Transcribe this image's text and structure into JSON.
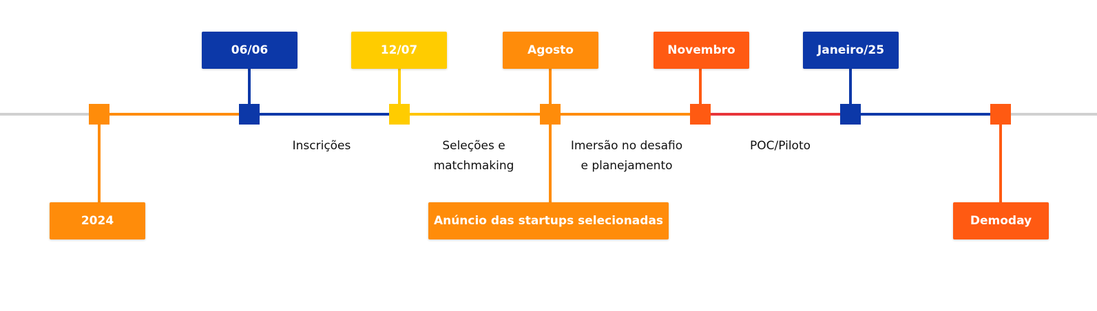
{
  "colors": {
    "axis": "#d0d0d0",
    "orange": "#ff8c0a",
    "blue": "#0c38a8",
    "yellow": "#ffcc00",
    "red_orange": "#ff5a12",
    "red": "#e8343a"
  },
  "timeline": {
    "milestones": [
      {
        "id": "2024",
        "label": "2024",
        "color": "#ff8c0a",
        "position": "below"
      },
      {
        "id": "0606",
        "label": "06/06",
        "color": "#0c38a8",
        "position": "above"
      },
      {
        "id": "1207",
        "label": "12/07",
        "color": "#ffcc00",
        "position": "above"
      },
      {
        "id": "agosto",
        "label": "Agosto",
        "color": "#ff8c0a",
        "position": "above"
      },
      {
        "id": "anuncio",
        "label": "Anúncio das startups selecionadas",
        "color": "#ff8c0a",
        "position": "below"
      },
      {
        "id": "novembro",
        "label": "Novembro",
        "color": "#ff5a12",
        "position": "above"
      },
      {
        "id": "janeiro25",
        "label": "Janeiro/25",
        "color": "#0c38a8",
        "position": "above"
      },
      {
        "id": "demoday",
        "label": "Demoday",
        "color": "#ff5a12",
        "position": "below"
      }
    ],
    "phases": [
      {
        "id": "inscricoes",
        "lines": [
          "Inscrições"
        ]
      },
      {
        "id": "selecoes",
        "lines": [
          "Seleções e",
          "matchmaking"
        ]
      },
      {
        "id": "imersao",
        "lines": [
          "Imersão no desafio",
          "e planejamento"
        ]
      },
      {
        "id": "poc",
        "lines": [
          "POC/Piloto"
        ]
      }
    ]
  }
}
